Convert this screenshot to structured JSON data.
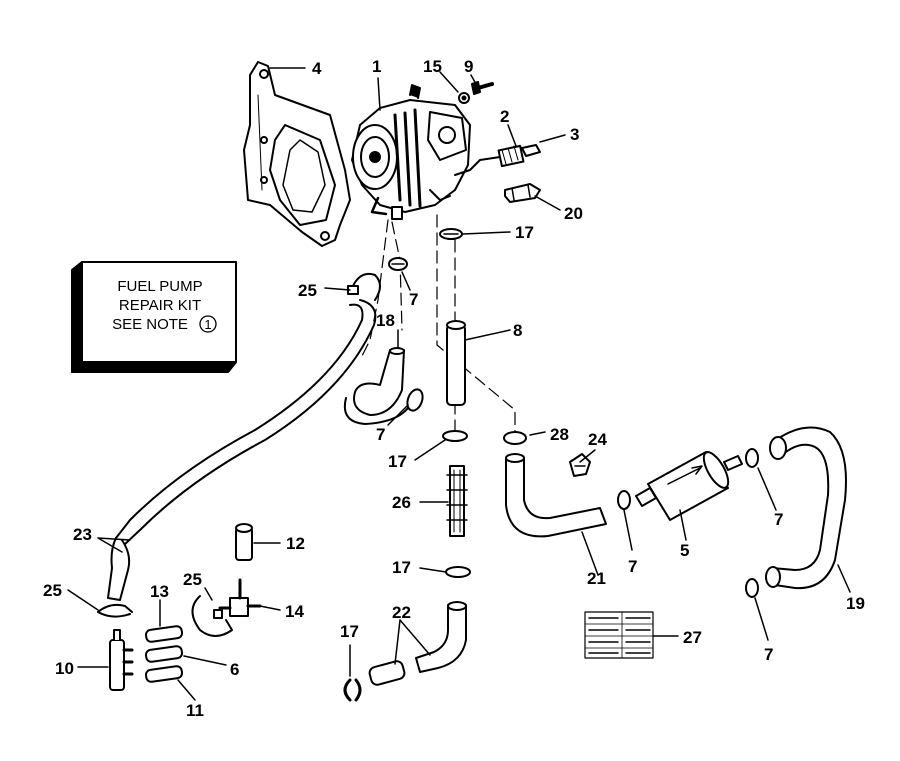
{
  "diagram": {
    "kit_box": {
      "lines": [
        "FUEL PUMP",
        "REPAIR KIT",
        "SEE NOTE"
      ],
      "note_number": "1"
    },
    "callouts": {
      "c1": "1",
      "c2": "2",
      "c3": "3",
      "c4": "4",
      "c5": "5",
      "c6": "6",
      "c7a": "7",
      "c7b": "7",
      "c7c": "7",
      "c7d": "7",
      "c7e": "7",
      "c8": "8",
      "c9": "9",
      "c10": "10",
      "c11": "11",
      "c12": "12",
      "c13": "13",
      "c14": "14",
      "c15": "15",
      "c17a": "17",
      "c17b": "17",
      "c17c": "17",
      "c17d": "17",
      "c18": "18",
      "c19": "19",
      "c20": "20",
      "c21": "21",
      "c22": "22",
      "c23": "23",
      "c24": "24",
      "c25a": "25",
      "c25b": "25",
      "c25c": "25",
      "c26": "26",
      "c27": "27",
      "c28": "28"
    }
  }
}
